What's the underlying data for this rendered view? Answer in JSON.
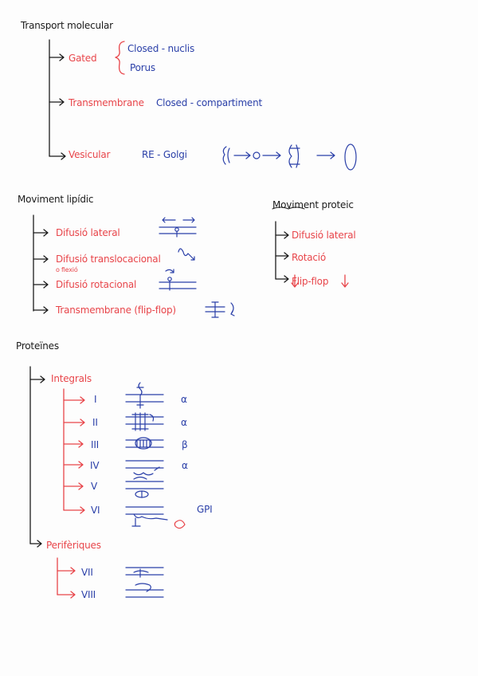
{
  "sections": {
    "transport": {
      "title": "Transport molecular",
      "branches": [
        {
          "label": "Gated",
          "notes": [
            "Closed - nuclis",
            "Porus"
          ]
        },
        {
          "label": "Transmembrane",
          "notes": [
            "Closed - compartiment"
          ]
        },
        {
          "label": "Vesicular",
          "notes": [
            "RE - Golgi"
          ]
        }
      ]
    },
    "lipid": {
      "title": "Moviment lipídic",
      "items": [
        "Difusió lateral",
        "Difusió translocacional",
        "Difusió rotacional",
        "Transmembrane (flip-flop)"
      ],
      "subnote": "o flexió"
    },
    "protein_movement": {
      "title": "Moviment proteic",
      "items": [
        "Difusió lateral",
        "Rotació",
        "Flip-flop"
      ]
    },
    "proteins": {
      "title": "Proteïnes",
      "integral": {
        "label": "Integrals",
        "types": [
          {
            "numeral": "I",
            "greek": "α"
          },
          {
            "numeral": "II",
            "greek": "α"
          },
          {
            "numeral": "III",
            "greek": "β"
          },
          {
            "numeral": "IV",
            "greek": "α"
          },
          {
            "numeral": "V",
            "greek": ""
          },
          {
            "numeral": "VI",
            "greek": "GPI"
          }
        ]
      },
      "peripheral": {
        "label": "Perifèriques",
        "types": [
          {
            "numeral": "VII"
          },
          {
            "numeral": "VIII"
          }
        ]
      }
    }
  },
  "colors": {
    "ink_black": "#1b1b1b",
    "ink_red": "#e8454a",
    "ink_blue": "#2a3fa8"
  }
}
